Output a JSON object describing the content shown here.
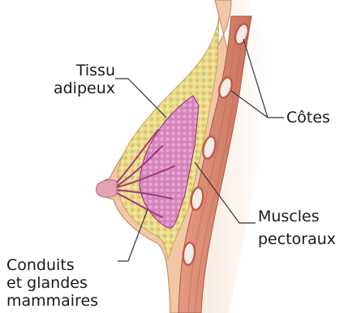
{
  "labels": {
    "tissu_line1": "Tissu",
    "tissu_line2": "adipeux",
    "cotes": "Côtes",
    "muscles_line1": "Muscles",
    "muscles_line2": "pectoraux",
    "conduits_line1": "Conduits",
    "conduits_line2": "et glandes",
    "conduits_line3": "mammaires"
  },
  "colors": {
    "skin": "#f2c7a6",
    "skin_edge": "#d8a07c",
    "fat": "#e9d98a",
    "fat_dots": "#cdb95a",
    "glands": "#b5478f",
    "glands_light": "#d784bd",
    "muscle": "#d98a73",
    "muscle_dark": "#b86a56",
    "rib": "#f4ece6",
    "leader": "#333333"
  }
}
